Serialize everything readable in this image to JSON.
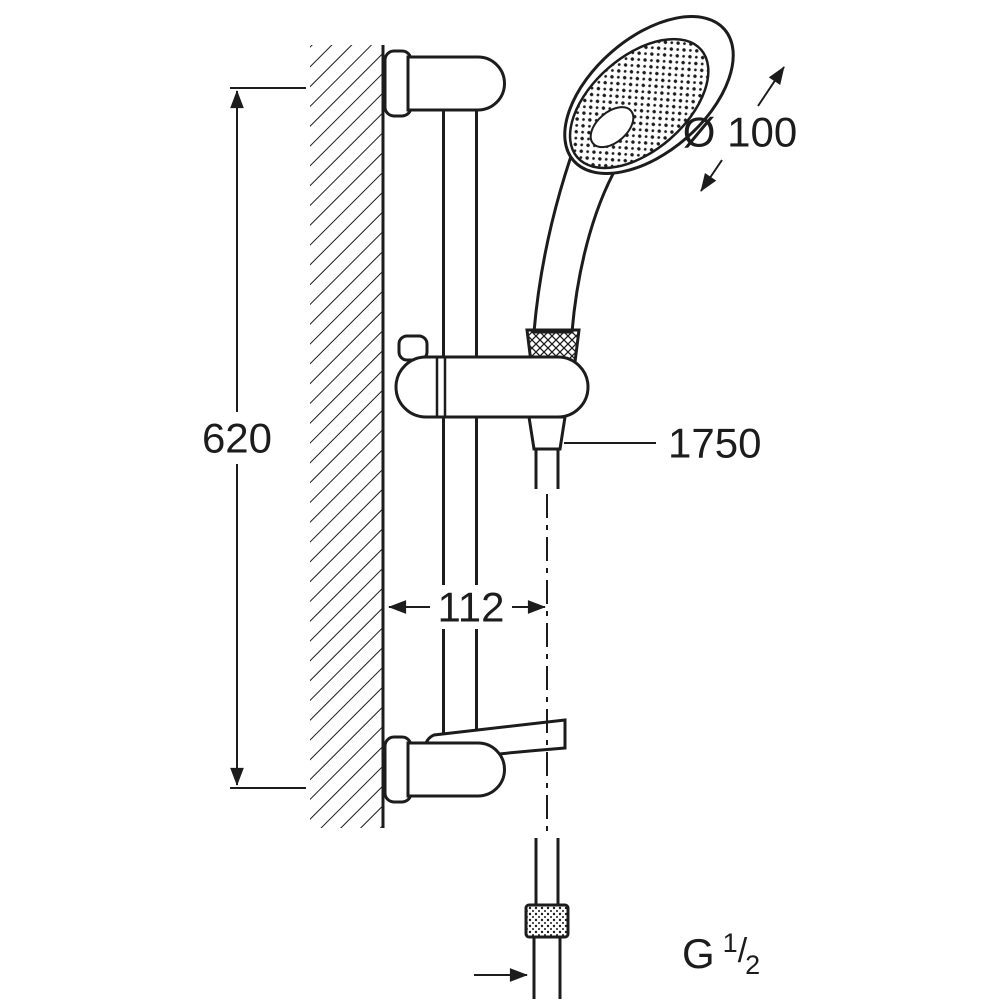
{
  "diagram": {
    "type": "technical-dimension-drawing",
    "dimensions": {
      "rail_length": "620",
      "head_diameter": "Ø 100",
      "hose_length": "1750",
      "holder_offset": "112",
      "thread": {
        "prefix": "G",
        "numerator": "1",
        "slash": "/",
        "denominator": "2"
      }
    },
    "colors": {
      "line": "#1c1c1c",
      "background": "#ffffff"
    }
  }
}
